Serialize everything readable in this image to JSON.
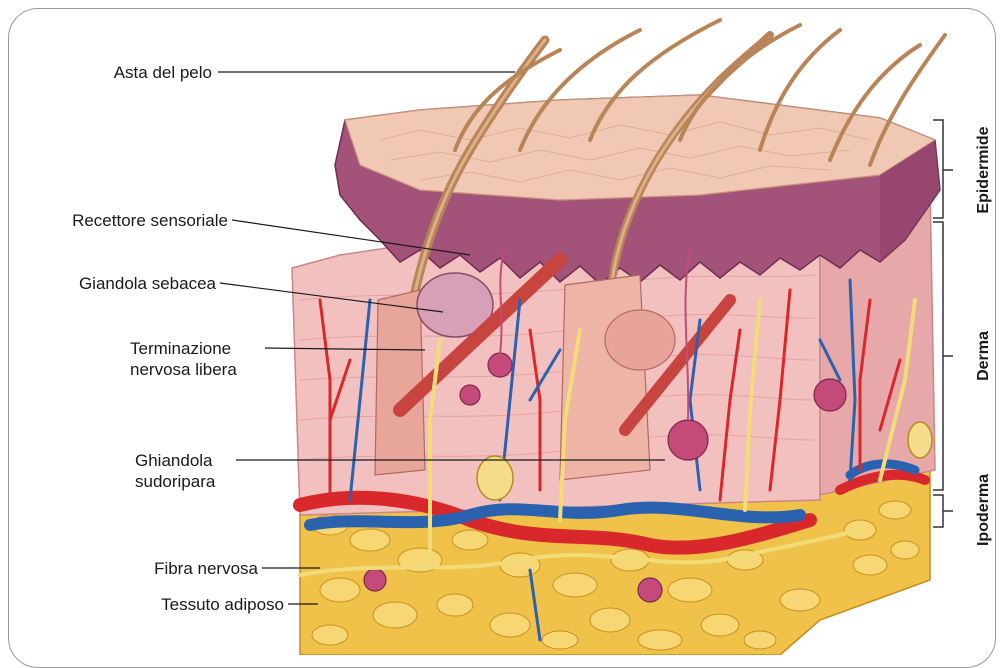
{
  "labels": {
    "hair_shaft": "Asta del pelo",
    "sensory_receptor": "Recettore sensoriale",
    "sebaceous_gland": "Giandola sebacea",
    "free_nerve_ending_line1": "Terminazione",
    "free_nerve_ending_line2": "nervosa libera",
    "sweat_gland_line1": "Ghiandola",
    "sweat_gland_line2": "sudoripara",
    "nerve_fiber": "Fibra nervosa",
    "adipose_tissue": "Tessuto adiposo"
  },
  "layers": {
    "epidermis": "Epidermide",
    "dermis": "Derma",
    "hypodermis": "Ipoderma"
  },
  "colors": {
    "epidermis": "#a3527a",
    "surface": "#f0c8b4",
    "dermis": "#f2c1bf",
    "fat": "#f0c24a",
    "artery": "#d8282c",
    "vein": "#2a62b0",
    "nerve": "#f2dc7a",
    "hair": "#b98558"
  }
}
